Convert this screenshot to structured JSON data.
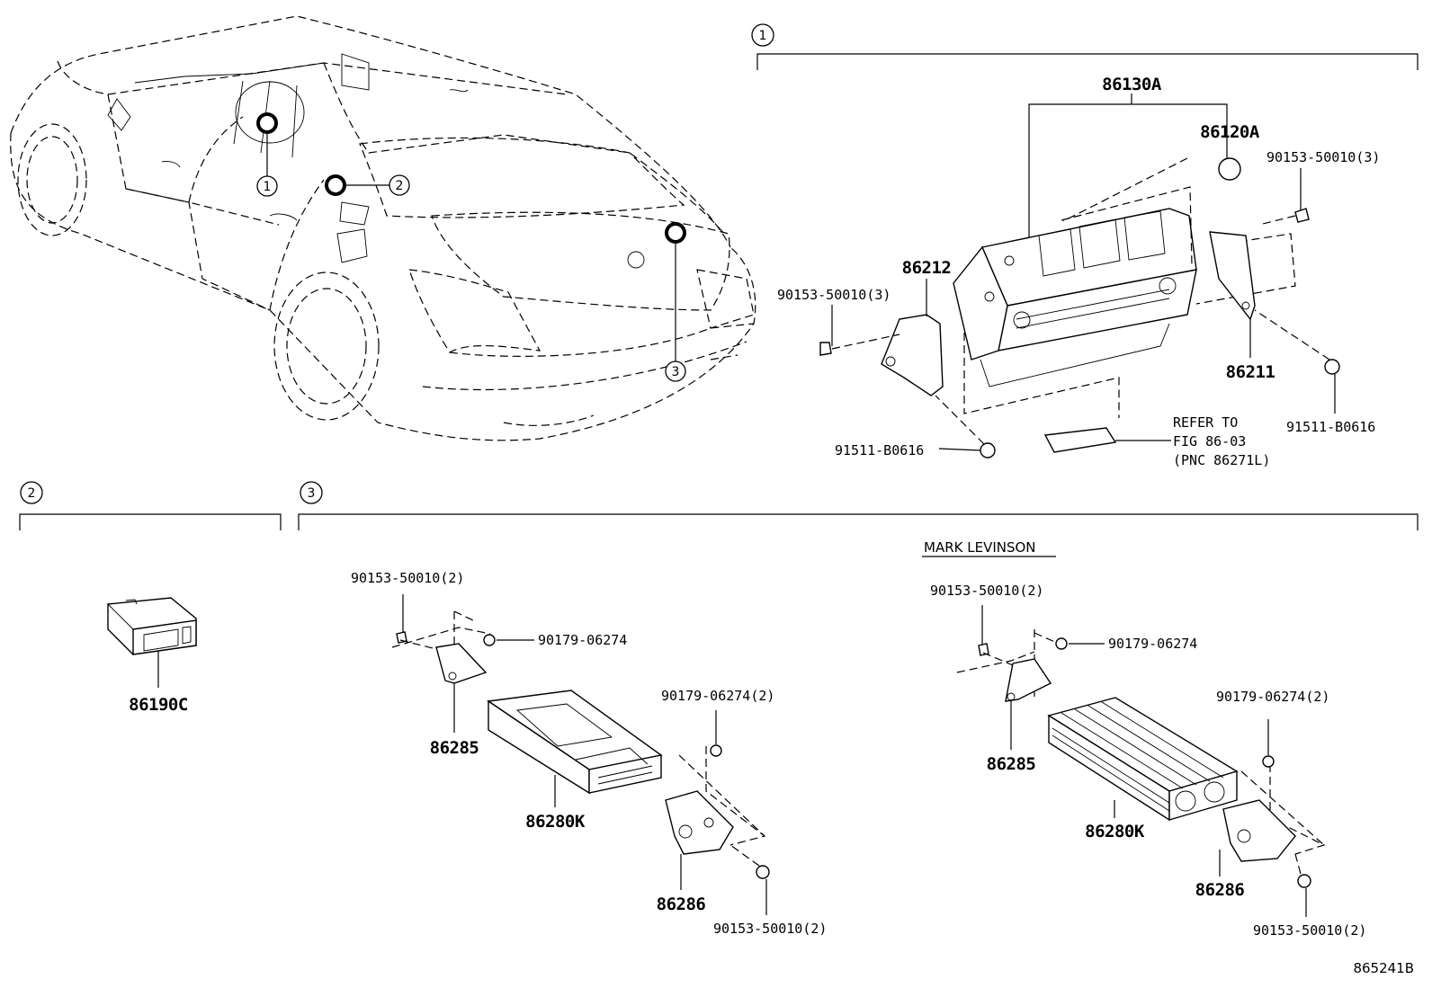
{
  "sections": {
    "s1": {
      "num": "1"
    },
    "s2": {
      "num": "2"
    },
    "s3": {
      "num": "3"
    }
  },
  "car": {
    "callout_1": "1",
    "callout_2": "2",
    "callout_3": "3"
  },
  "section1": {
    "p86130A": "86130A",
    "p86120A": "86120A",
    "bolt_right": "90153-50010(3)",
    "bolt_left": "90153-50010(3)",
    "p86212": "86212",
    "p86211": "86211",
    "screw_right": "91511-B0616",
    "screw_bottom": "91511-B0616",
    "refer_line1": "REFER TO",
    "refer_line2": "FIG 86-03",
    "refer_line3": "(PNC 86271L)"
  },
  "section2": {
    "p86190C": "86190C"
  },
  "section3": {
    "left": {
      "bolt_top": "90153-50010(2)",
      "nut_top": "90179-06274",
      "nut_right": "90179-06274(2)",
      "p86285": "86285",
      "p86280K": "86280K",
      "p86286": "86286",
      "bolt_bottom": "90153-50010(2)"
    },
    "right": {
      "variant": "MARK LEVINSON",
      "bolt_top": "90153-50010(2)",
      "nut_top": "90179-06274",
      "nut_right": "90179-06274(2)",
      "p86285": "86285",
      "p86280K": "86280K",
      "p86286": "86286",
      "bolt_bottom": "90153-50010(2)"
    }
  },
  "figure_id": "865241B"
}
